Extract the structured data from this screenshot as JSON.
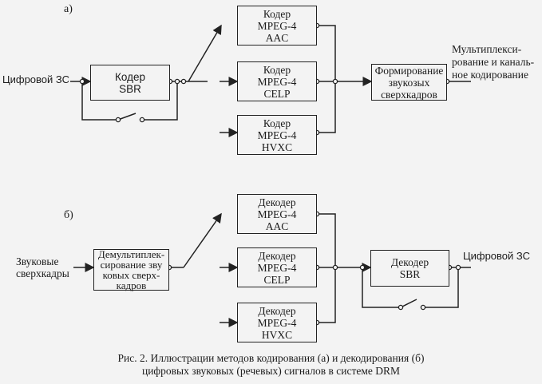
{
  "part_a": {
    "marker": "а)",
    "input": "Цифровой ЗС",
    "sbr_coder": [
      "Кодер",
      "SBR"
    ],
    "aac_coder": [
      "Кодер",
      "MPEG-4",
      "AAC"
    ],
    "celp_coder": [
      "Кодер",
      "MPEG-4",
      "CELP"
    ],
    "hvxc_coder": [
      "Кодер",
      "MPEG-4",
      "HVXC"
    ],
    "superframe": [
      "Формирование",
      "звукозых",
      "сверхкадров"
    ],
    "output": [
      "Мультиплекси-",
      "рование и каналь-",
      "ное кодирование"
    ]
  },
  "part_b": {
    "marker": "б)",
    "input": [
      "Звуковые",
      "сверхкадры"
    ],
    "demux": [
      "Демультиплек-",
      "сирование зву",
      "ковых сверх-",
      "кадров"
    ],
    "aac_decoder": [
      "Декодер",
      "MPEG-4",
      "AAC"
    ],
    "celp_decoder": [
      "Декодер",
      "MPEG-4",
      "CELP"
    ],
    "hvxc_decoder": [
      "Декодер",
      "MPEG-4",
      "HVXC"
    ],
    "sbr_decoder": [
      "Декодер",
      "SBR"
    ],
    "output": "Цифровой ЗС"
  },
  "caption": [
    "Рис. 2. Иллюстрации методов кодирования (а) и декодирования (б)",
    "цифровых звуковых (речевых) сигналов в системе DRM"
  ]
}
